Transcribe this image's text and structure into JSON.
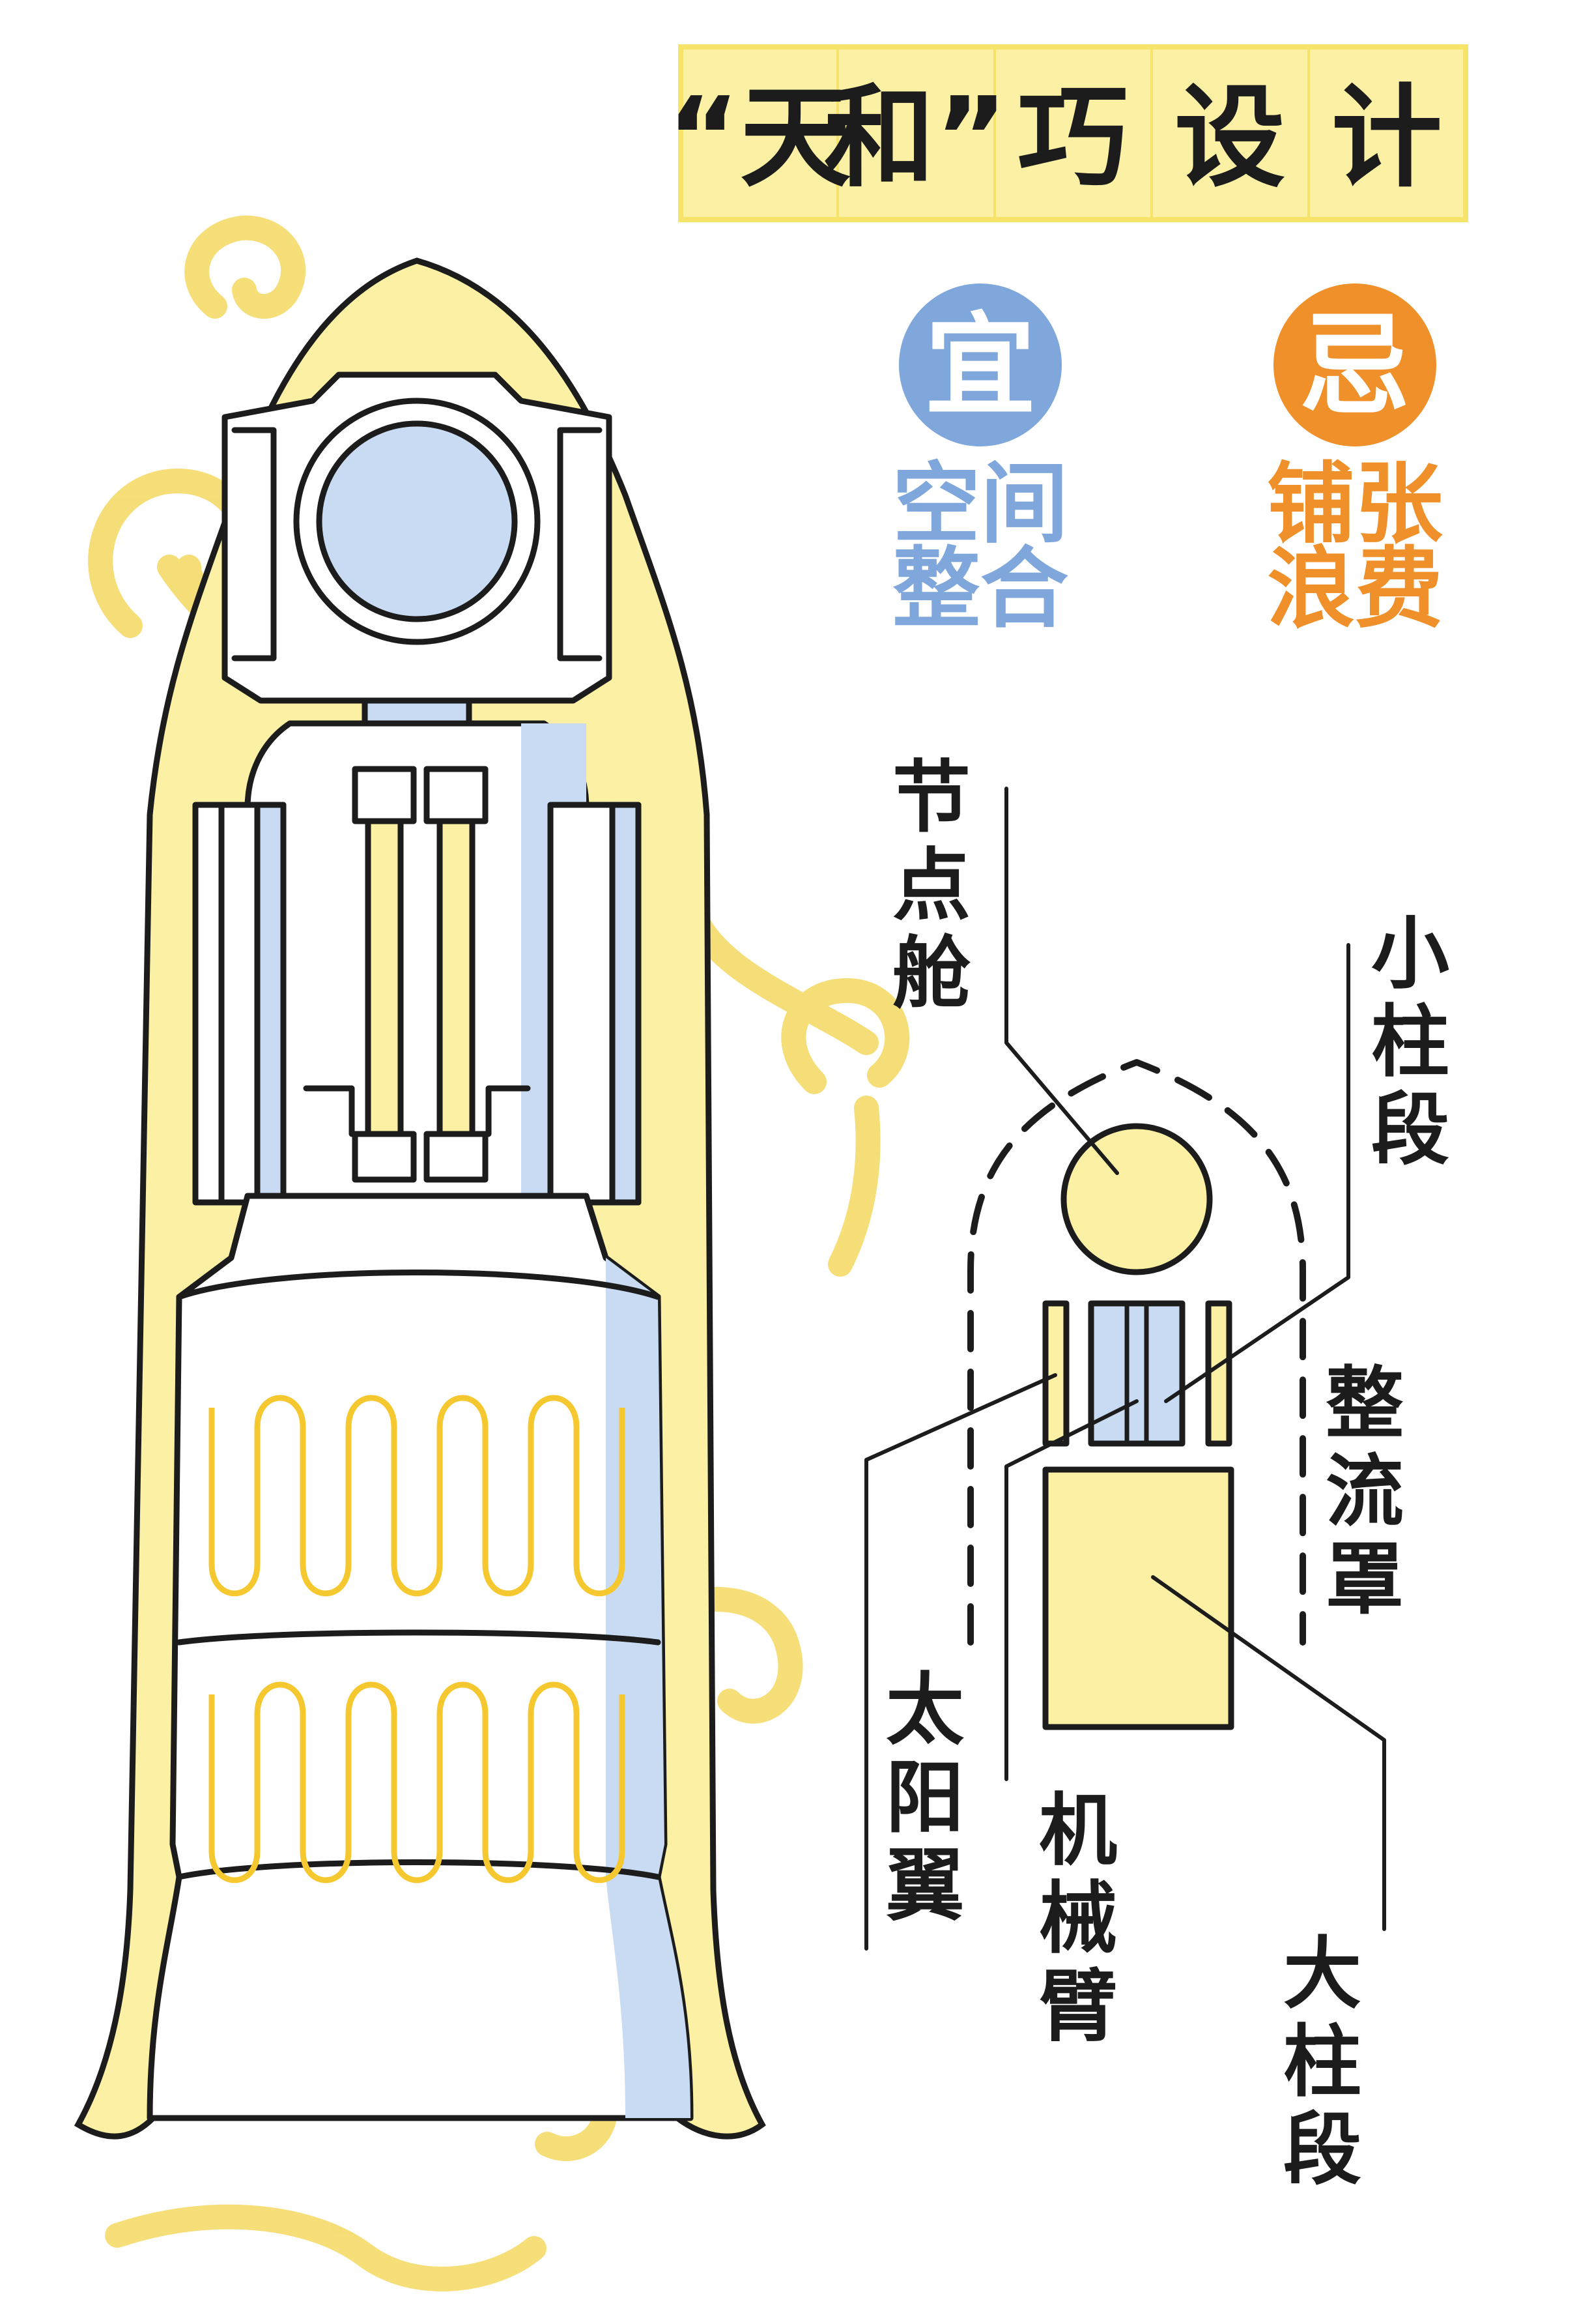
{
  "title": "“天和”巧设计",
  "title_chars": [
    "“天",
    "和”",
    "巧",
    "设",
    "计"
  ],
  "colors": {
    "yellow": "#fbf0a3",
    "yellow_strong": "#f6e46a",
    "cloud": "#f4d860",
    "blue": "#c8dbf2",
    "blue_badge": "#7fa7dc",
    "orange_badge": "#f0902a",
    "ink": "#1c1c1c"
  },
  "do": {
    "badge": "宜",
    "text_line1": "空间",
    "text_line2": "整合"
  },
  "dont": {
    "badge": "忌",
    "text_line1": "铺张",
    "text_line2": "浪费"
  },
  "labels": {
    "node_cabin": [
      "节",
      "点",
      "舱"
    ],
    "small_column": [
      "小",
      "柱",
      "段"
    ],
    "fairing": [
      "整",
      "流",
      "罩"
    ],
    "solar_wing": [
      "太",
      "阳",
      "翼"
    ],
    "robot_arm": [
      "机",
      "械",
      "臂"
    ],
    "large_column": [
      "大",
      "柱",
      "段"
    ]
  }
}
